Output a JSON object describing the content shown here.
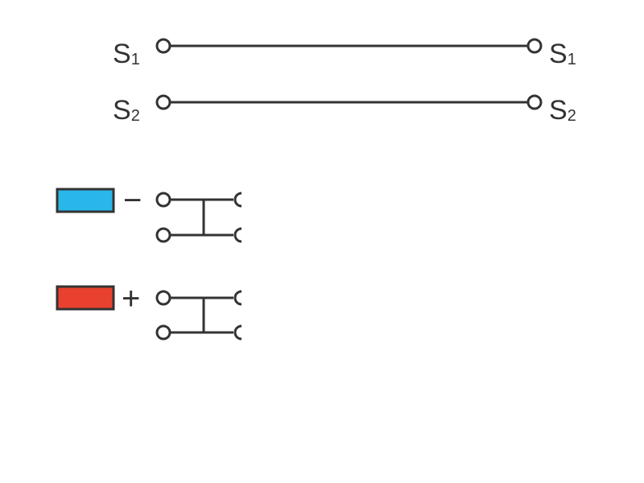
{
  "signals": [
    {
      "letter": "S",
      "index": "1"
    },
    {
      "letter": "S",
      "index": "2"
    }
  ],
  "power": [
    {
      "sign": "−",
      "color": "#29b6e8"
    },
    {
      "sign": "+",
      "color": "#e8412f"
    }
  ],
  "colors": {
    "line": "#333333",
    "background": "#ffffff"
  }
}
